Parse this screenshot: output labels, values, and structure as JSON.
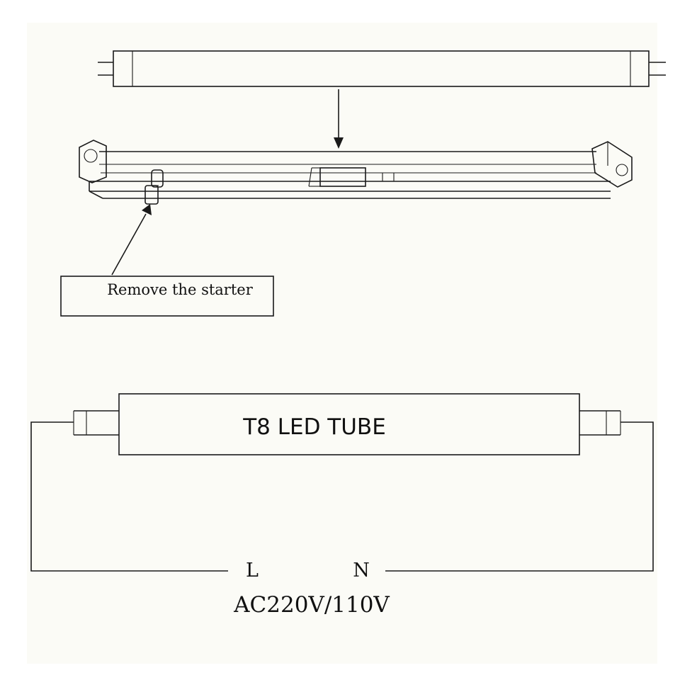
{
  "labels": {
    "starter_callout": "Remove the starter",
    "tube_name": "T8 LED TUBE",
    "live": "L",
    "neutral": "N",
    "voltage": "AC220V/110V"
  },
  "colors": {
    "background": "#ffffff",
    "paper": "#fbfbf6",
    "line": "#1a1a1a"
  }
}
